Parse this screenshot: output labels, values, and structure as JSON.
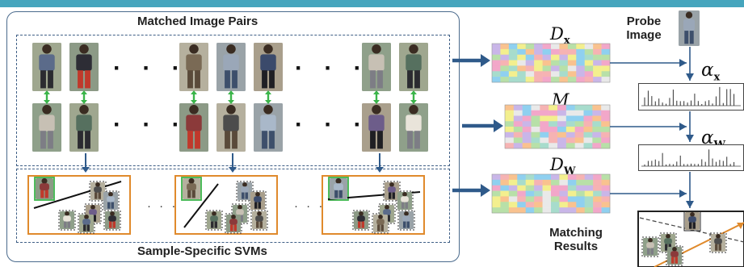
{
  "labels": {
    "matched_pairs": "Matched Image Pairs",
    "sample_svms": "Sample-Specific SVMs",
    "probe_line1": "Probe",
    "probe_line2": "Image",
    "matching_line1": "Matching",
    "matching_line2": "Results",
    "dx_symbol": "D",
    "dx_sub": "x",
    "m_symbol": "M",
    "dw_symbol": "D",
    "dw_sub": "W",
    "alpha_symbol": "α",
    "alpha_x_sub": "x",
    "alpha_w_sub": "W",
    "dots": "· · ·"
  },
  "colors": {
    "top_rule": "#46a5bd",
    "panel_border": "#4a6a8c",
    "flow_arrow": "#2f5a8a",
    "pair_arrow": "#3bb54a",
    "svm_border": "#e08a2c",
    "inner_frame_green": "#3bb54a",
    "matrix_palette": [
      "#f2a7c9",
      "#8fd0f0",
      "#f3ef8e",
      "#b8e0a8",
      "#c9b6e8",
      "#f9c28f",
      "#a7dccc",
      "#e9e9e9",
      "#f6b3b3"
    ]
  },
  "icons": {
    "pair_link": "double-arrow-icon",
    "person": "pedestrian-image",
    "bar_chart": "coefficient-bars"
  }
}
